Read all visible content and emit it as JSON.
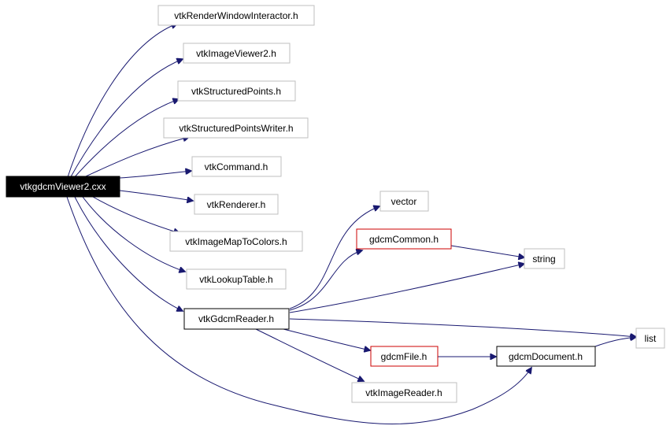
{
  "colors": {
    "edge": "#191970",
    "border_gray": "#bfbfbf",
    "border_black": "#000000",
    "border_red": "#cc0000",
    "root_fill": "#000000",
    "root_text": "#ffffff"
  },
  "nodes": {
    "root": "vtkgdcmViewer2.cxx",
    "rwi": "vtkRenderWindowInteractor.h",
    "iv2": "vtkImageViewer2.h",
    "sp": "vtkStructuredPoints.h",
    "spw": "vtkStructuredPointsWriter.h",
    "cmd": "vtkCommand.h",
    "ren": "vtkRenderer.h",
    "imc": "vtkImageMapToColors.h",
    "lut": "vtkLookupTable.h",
    "gdr": "vtkGdcmReader.h",
    "vec": "vector",
    "gcom": "gdcmCommon.h",
    "str": "string",
    "gfile": "gdcmFile.h",
    "gdoc": "gdcmDocument.h",
    "list": "list",
    "ird": "vtkImageReader.h"
  }
}
